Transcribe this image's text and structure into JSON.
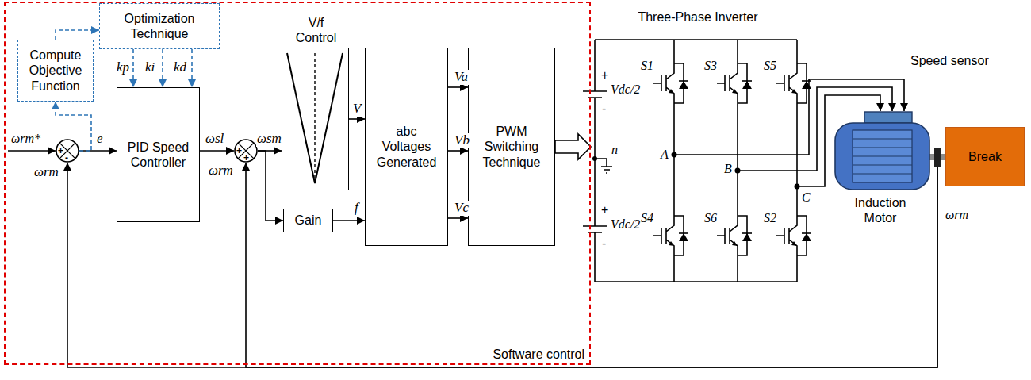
{
  "diagram": {
    "nodes": [
      {
        "text": [
          "Software control"
        ]
      },
      {
        "text": [
          "Compute Objective Function"
        ],
        "in": 0
      },
      {
        "text": [
          "Optimization Technique"
        ],
        "in": 0
      },
      {
        "text": [
          "PID Speed Controller"
        ],
        "in": 0
      },
      {
        "text": [
          "V/f Control"
        ],
        "in": 0
      },
      {
        "text": [
          "abc Voltages Generated"
        ],
        "in": 0
      },
      {
        "text": [
          "PWM Switching Technique"
        ],
        "in": 0
      },
      {
        "text": [
          "Gain"
        ],
        "in": 0
      },
      {
        "text": [
          "+",
          "-"
        ],
        "in": 0
      },
      {
        "text": [
          "+",
          "+"
        ],
        "in": 0
      },
      {
        "text": [
          "Three-Phase Inverter"
        ]
      },
      {
        "text": [
          "Induction Motor"
        ]
      },
      {
        "text": [
          "Break"
        ]
      }
    ],
    "edges": [
      {
        "from": 8,
        "to": 3,
        "arrow": "to",
        "label": "e"
      },
      {
        "from": 3,
        "to": 9,
        "arrow": "to",
        "label": "ωsl"
      },
      {
        "from": 9,
        "to": 4,
        "arrow": "to",
        "label": "ωsm"
      },
      {
        "from": 9,
        "to": 7,
        "arrow": "to"
      },
      {
        "from": 4,
        "to": 5,
        "arrow": "to",
        "label": "V"
      },
      {
        "from": 7,
        "to": 5,
        "arrow": "to",
        "label": "f"
      },
      {
        "from": 5,
        "to": 6,
        "arrow": "to",
        "label": "Va"
      },
      {
        "from": 5,
        "to": 6,
        "arrow": "to",
        "label": "Vb"
      },
      {
        "from": 5,
        "to": 6,
        "arrow": "to",
        "label": "Vc"
      },
      {
        "from": 6,
        "to": 10,
        "arrow": "to"
      },
      {
        "from": 10,
        "to": 11,
        "arrow": "to"
      },
      {
        "from": 11,
        "to": 12,
        "arrow": "none"
      },
      {
        "from": 11,
        "to": 8,
        "arrow": "to",
        "label": "ωrm"
      },
      {
        "from": 11,
        "to": 9,
        "arrow": "to",
        "label": "ωrm"
      },
      {
        "from": 8,
        "to": 1,
        "arrow": "to"
      },
      {
        "from": 1,
        "to": 2,
        "arrow": "to"
      },
      {
        "from": 2,
        "to": 3,
        "arrow": "to",
        "label": "kp"
      },
      {
        "from": 2,
        "to": 3,
        "arrow": "to",
        "label": "ki"
      },
      {
        "from": 2,
        "to": 3,
        "arrow": "to",
        "label": "kd"
      }
    ],
    "labels": [
      "ωrm*",
      "Speed sensor",
      "ωrm",
      "Vdc/2",
      "+",
      "-",
      "Vdc/2",
      "+",
      "-",
      "n",
      "S1",
      "S3",
      "S5",
      "A",
      "B",
      "C",
      "S4",
      "S6",
      "S2"
    ]
  }
}
